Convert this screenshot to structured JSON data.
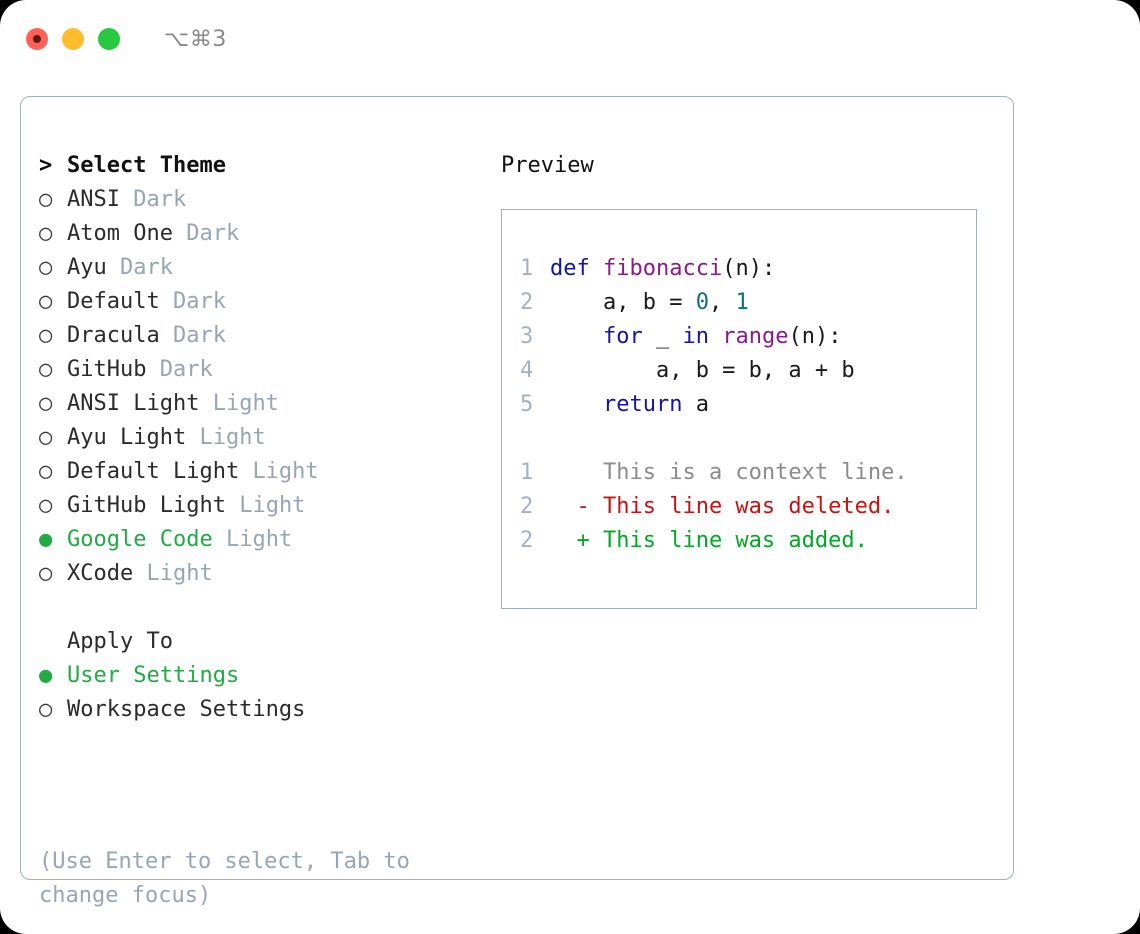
{
  "window": {
    "shortcut": "⌥⌘3",
    "traffic_lights": [
      {
        "name": "close",
        "color": "#ff6159"
      },
      {
        "name": "minimize",
        "color": "#ffbd2e"
      },
      {
        "name": "maximize",
        "color": "#28c840"
      }
    ]
  },
  "theme_list": {
    "header_marker": ">",
    "header_label": "Select Theme",
    "items": [
      {
        "marker": "○",
        "name": "ANSI",
        "kind": "Dark",
        "selected": false
      },
      {
        "marker": "○",
        "name": "Atom One",
        "kind": "Dark",
        "selected": false
      },
      {
        "marker": "○",
        "name": "Ayu",
        "kind": "Dark",
        "selected": false
      },
      {
        "marker": "○",
        "name": "Default",
        "kind": "Dark",
        "selected": false
      },
      {
        "marker": "○",
        "name": "Dracula",
        "kind": "Dark",
        "selected": false
      },
      {
        "marker": "○",
        "name": "GitHub",
        "kind": "Dark",
        "selected": false
      },
      {
        "marker": "○",
        "name": "ANSI Light",
        "kind": "Light",
        "selected": false
      },
      {
        "marker": "○",
        "name": "Ayu Light",
        "kind": "Light",
        "selected": false
      },
      {
        "marker": "○",
        "name": "Default Light",
        "kind": "Light",
        "selected": false
      },
      {
        "marker": "○",
        "name": "GitHub Light",
        "kind": "Light",
        "selected": false
      },
      {
        "marker": "●",
        "name": "Google Code",
        "kind": "Light",
        "selected": true
      },
      {
        "marker": "○",
        "name": "XCode",
        "kind": "Light",
        "selected": false
      }
    ]
  },
  "apply_to": {
    "header_label": "Apply To",
    "items": [
      {
        "marker": "●",
        "name": "User Settings",
        "selected": true
      },
      {
        "marker": "○",
        "name": "Workspace Settings",
        "selected": false
      }
    ]
  },
  "hint": "(Use Enter to select, Tab to change focus)",
  "preview": {
    "title": "Preview",
    "code_lines": [
      {
        "lineno": "1",
        "tokens": [
          {
            "t": "def",
            "c": "kw"
          },
          {
            "t": " ",
            "c": "plain"
          },
          {
            "t": "fibonacci",
            "c": "fn"
          },
          {
            "t": "(n):",
            "c": "punc"
          }
        ]
      },
      {
        "lineno": "2",
        "tokens": [
          {
            "t": "    a, b = ",
            "c": "plain"
          },
          {
            "t": "0",
            "c": "num"
          },
          {
            "t": ", ",
            "c": "plain"
          },
          {
            "t": "1",
            "c": "num"
          }
        ]
      },
      {
        "lineno": "3",
        "tokens": [
          {
            "t": "    ",
            "c": "plain"
          },
          {
            "t": "for",
            "c": "kw"
          },
          {
            "t": " _ ",
            "c": "plain"
          },
          {
            "t": "in",
            "c": "kw"
          },
          {
            "t": " ",
            "c": "plain"
          },
          {
            "t": "range",
            "c": "fn"
          },
          {
            "t": "(n):",
            "c": "punc"
          }
        ]
      },
      {
        "lineno": "4",
        "tokens": [
          {
            "t": "        a, b = b, a + b",
            "c": "plain"
          }
        ]
      },
      {
        "lineno": "5",
        "tokens": [
          {
            "t": "    ",
            "c": "plain"
          },
          {
            "t": "return",
            "c": "kw"
          },
          {
            "t": " a",
            "c": "plain"
          }
        ]
      }
    ],
    "diff_lines": [
      {
        "lineno": "1",
        "sign": "  ",
        "text": "This is a context line.",
        "kind": "context"
      },
      {
        "lineno": "2",
        "sign": "- ",
        "text": "This line was deleted.",
        "kind": "del"
      },
      {
        "lineno": "2",
        "sign": "+ ",
        "text": "This line was added.",
        "kind": "add"
      }
    ]
  },
  "colors": {
    "accent_green": "#22aa44",
    "dim_gray": "#9aa5b4",
    "keyword_blue": "#1414a8",
    "function_purple": "#8b1a8b",
    "number_teal": "#0d7377",
    "diff_delete_red": "#cc1111",
    "diff_add_green": "#00aa22",
    "border": "#9fb0c0"
  }
}
